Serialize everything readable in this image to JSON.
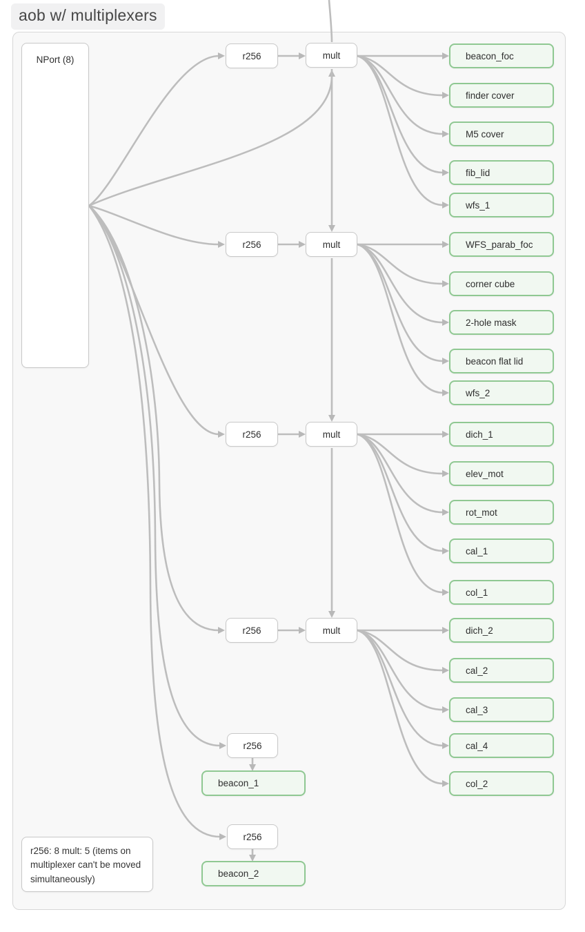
{
  "title": "aob w/ multiplexers",
  "note_text": "r256: 8 mult: 5 (items on multiplexer can't be moved simultaneously)",
  "colors": {
    "edge": "#bdbdbd",
    "arrowhead": "#b8b8b8",
    "device_border": "#8fc892",
    "device_fill": "#f1f8f1",
    "box_border": "#c8c8c8",
    "box_fill": "#ffffff",
    "container_fill": "#f8f8f8",
    "container_border": "#d7d7d7",
    "title_text": "#474747"
  },
  "diagram": {
    "nodes": [
      {
        "id": "nport",
        "kind": "source",
        "label": "NPort (8)"
      },
      {
        "id": "r256_1",
        "kind": "controller",
        "label": "r256"
      },
      {
        "id": "r256_2",
        "kind": "controller",
        "label": "r256"
      },
      {
        "id": "r256_3",
        "kind": "controller",
        "label": "r256"
      },
      {
        "id": "r256_4",
        "kind": "controller",
        "label": "r256"
      },
      {
        "id": "r256_5",
        "kind": "controller",
        "label": "r256"
      },
      {
        "id": "r256_6",
        "kind": "controller",
        "label": "r256"
      },
      {
        "id": "mult_1",
        "kind": "mux",
        "label": "mult"
      },
      {
        "id": "mult_2",
        "kind": "mux",
        "label": "mult"
      },
      {
        "id": "mult_3",
        "kind": "mux",
        "label": "mult"
      },
      {
        "id": "mult_4",
        "kind": "mux",
        "label": "mult"
      },
      {
        "id": "beacon_foc",
        "kind": "device",
        "label": "beacon_foc"
      },
      {
        "id": "finder_cover",
        "kind": "device",
        "label": "finder cover"
      },
      {
        "id": "m5_cover",
        "kind": "device",
        "label": "M5 cover"
      },
      {
        "id": "fib_lid",
        "kind": "device",
        "label": "fib_lid"
      },
      {
        "id": "wfs_1",
        "kind": "device",
        "label": "wfs_1"
      },
      {
        "id": "wfs_parab_foc",
        "kind": "device",
        "label": "WFS_parab_foc"
      },
      {
        "id": "corner_cube",
        "kind": "device",
        "label": "corner cube"
      },
      {
        "id": "two_hole_mask",
        "kind": "device",
        "label": "2-hole mask"
      },
      {
        "id": "beacon_flat_lid",
        "kind": "device",
        "label": "beacon flat lid"
      },
      {
        "id": "wfs_2",
        "kind": "device",
        "label": "wfs_2"
      },
      {
        "id": "dich_1",
        "kind": "device",
        "label": "dich_1"
      },
      {
        "id": "elev_mot",
        "kind": "device",
        "label": "elev_mot"
      },
      {
        "id": "rot_mot",
        "kind": "device",
        "label": "rot_mot"
      },
      {
        "id": "cal_1",
        "kind": "device",
        "label": "cal_1"
      },
      {
        "id": "col_1",
        "kind": "device",
        "label": "col_1"
      },
      {
        "id": "dich_2",
        "kind": "device",
        "label": "dich_2"
      },
      {
        "id": "cal_2",
        "kind": "device",
        "label": "cal_2"
      },
      {
        "id": "cal_3",
        "kind": "device",
        "label": "cal_3"
      },
      {
        "id": "cal_4",
        "kind": "device",
        "label": "cal_4"
      },
      {
        "id": "col_2",
        "kind": "device",
        "label": "col_2"
      },
      {
        "id": "beacon_1",
        "kind": "device",
        "label": "beacon_1"
      },
      {
        "id": "beacon_2",
        "kind": "device",
        "label": "beacon_2"
      }
    ],
    "edges": [
      {
        "from": "nport",
        "to": "r256_1"
      },
      {
        "from": "nport",
        "to": "r256_2"
      },
      {
        "from": "nport",
        "to": "r256_3"
      },
      {
        "from": "nport",
        "to": "r256_4"
      },
      {
        "from": "nport",
        "to": "r256_5"
      },
      {
        "from": "nport",
        "to": "r256_6"
      },
      {
        "from": "nport",
        "to": "mult_1"
      },
      {
        "from": "offscreen_top",
        "to": "mult_1"
      },
      {
        "from": "r256_1",
        "to": "mult_1"
      },
      {
        "from": "r256_2",
        "to": "mult_2"
      },
      {
        "from": "r256_3",
        "to": "mult_3"
      },
      {
        "from": "r256_4",
        "to": "mult_4"
      },
      {
        "from": "mult_1",
        "to": "mult_2"
      },
      {
        "from": "mult_2",
        "to": "mult_3"
      },
      {
        "from": "mult_3",
        "to": "mult_4"
      },
      {
        "from": "mult_1",
        "to": "beacon_foc"
      },
      {
        "from": "mult_1",
        "to": "finder_cover"
      },
      {
        "from": "mult_1",
        "to": "m5_cover"
      },
      {
        "from": "mult_1",
        "to": "fib_lid"
      },
      {
        "from": "mult_1",
        "to": "wfs_1"
      },
      {
        "from": "mult_2",
        "to": "wfs_parab_foc"
      },
      {
        "from": "mult_2",
        "to": "corner_cube"
      },
      {
        "from": "mult_2",
        "to": "two_hole_mask"
      },
      {
        "from": "mult_2",
        "to": "beacon_flat_lid"
      },
      {
        "from": "mult_2",
        "to": "wfs_2"
      },
      {
        "from": "mult_3",
        "to": "dich_1"
      },
      {
        "from": "mult_3",
        "to": "elev_mot"
      },
      {
        "from": "mult_3",
        "to": "rot_mot"
      },
      {
        "from": "mult_3",
        "to": "cal_1"
      },
      {
        "from": "mult_3",
        "to": "col_1"
      },
      {
        "from": "mult_4",
        "to": "dich_2"
      },
      {
        "from": "mult_4",
        "to": "cal_2"
      },
      {
        "from": "mult_4",
        "to": "cal_3"
      },
      {
        "from": "mult_4",
        "to": "cal_4"
      },
      {
        "from": "mult_4",
        "to": "col_2"
      },
      {
        "from": "r256_5",
        "to": "beacon_1"
      },
      {
        "from": "r256_6",
        "to": "beacon_2"
      }
    ]
  }
}
